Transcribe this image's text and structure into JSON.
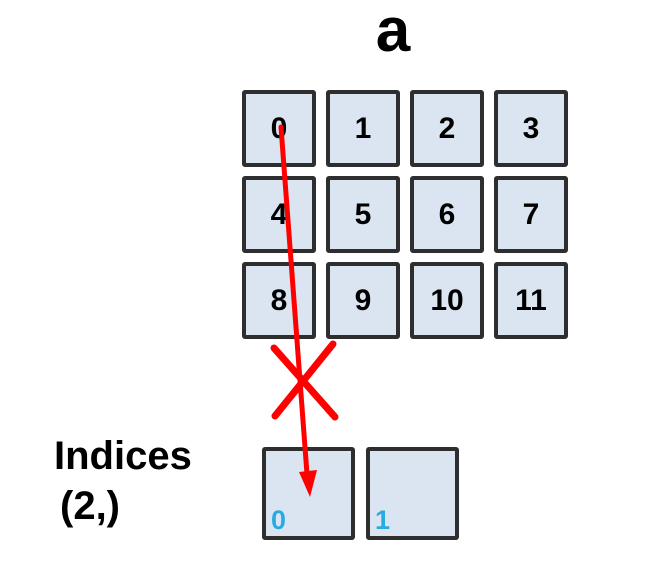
{
  "title": "a",
  "colors": {
    "cell_fill": "#dbe5f1",
    "cell_border": "#2e2e2e",
    "arrow_red": "#ff0000",
    "index_label_cyan": "#29abe2",
    "text": "#000000"
  },
  "grid": {
    "rows": 3,
    "cols": 4,
    "cells": [
      "0",
      "1",
      "2",
      "3",
      "4",
      "5",
      "6",
      "7",
      "8",
      "9",
      "10",
      "11"
    ]
  },
  "indices": {
    "line1": "Indices",
    "line2": "(2,)"
  },
  "result": {
    "index_labels": [
      "0",
      "1"
    ]
  },
  "annotations": {
    "arrow_icon": "red-arrow-cell0-to-result0",
    "cross_icon": "red-x-mark"
  }
}
